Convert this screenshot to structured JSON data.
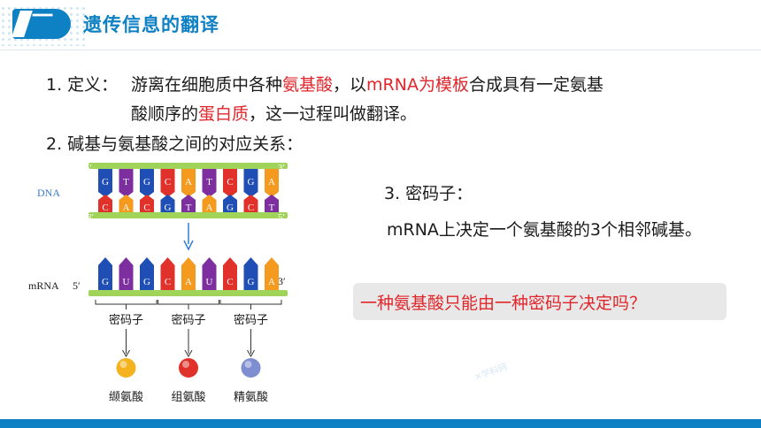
{
  "header": {
    "section_number": "一",
    "title": "遗传信息的翻译"
  },
  "definition": {
    "label": "1. 定义：",
    "line1_a": "游离在细胞质中各种",
    "line1_b": "氨基酸",
    "line1_c": "，以",
    "line1_d": "mRNA为模板",
    "line1_e": "合成具有一定氨基",
    "line2_a": "酸顺序的",
    "line2_b": "蛋白质",
    "line2_c": "，这一过程叫做翻译。"
  },
  "correspondence": {
    "label": "2. 碱基与氨基酸之间的对应关系："
  },
  "codon": {
    "label": "3. 密码子：",
    "text": "mRNA上决定一个氨基酸的3个相邻碱基。"
  },
  "question": {
    "text": "一种氨基酸只能由一种密码子决定吗？"
  },
  "diagram": {
    "dna_label": "DNA",
    "mrna_label": "mRNA",
    "five_prime": "5′",
    "three_prime": "3′",
    "dna_top": [
      "G",
      "T",
      "G",
      "C",
      "A",
      "T",
      "C",
      "G",
      "A"
    ],
    "dna_bottom": [
      "C",
      "A",
      "C",
      "G",
      "T",
      "A",
      "G",
      "C",
      "T"
    ],
    "mrna": [
      "G",
      "U",
      "G",
      "C",
      "A",
      "U",
      "C",
      "G",
      "A"
    ],
    "codon_label": "密码子",
    "amino_acids": [
      "缬氨酸",
      "组氨酸",
      "精氨酸"
    ],
    "colors": {
      "G": "#1f4fb5",
      "C": "#e0322b",
      "A": "#f39a1f",
      "T": "#7d2fa0",
      "U": "#7d2fa0",
      "backbone": "#9fd35a",
      "arrow": "#2d7fd4",
      "ball1": "#f3b21e",
      "ball2": "#e0322b",
      "ball3": "#7f8ed0"
    }
  },
  "watermark": "✕学科网"
}
